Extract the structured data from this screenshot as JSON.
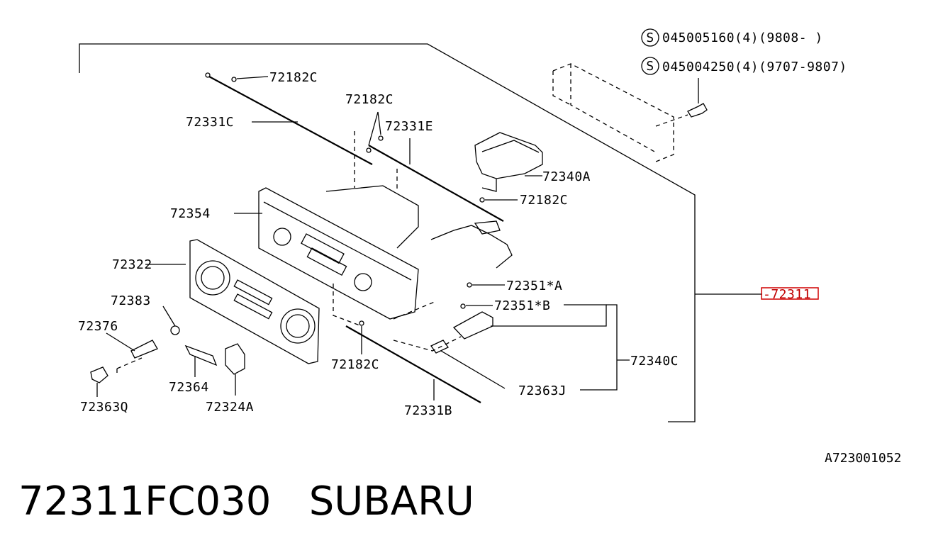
{
  "callouts": {
    "screw_a": "045005160(4)(9808-    )",
    "screw_b": "045004250(4)(9707-9807)",
    "c72182c_top": "72182C",
    "c72182c_mid": "72182C",
    "c72331e": "72331E",
    "c72331c": "72331C",
    "c72340a": "72340A",
    "c72182c_right": "72182C",
    "c72354": "72354",
    "c72322": "72322",
    "c72351a": "72351*A",
    "c72351b": "72351*B",
    "c72383": "72383",
    "c72311": "72311",
    "c72376": "72376",
    "c72182c_bot": "72182C",
    "c72340c": "72340C",
    "c72364": "72364",
    "c72363j": "72363J",
    "c72363q": "72363Q",
    "c72324a": "72324A",
    "c72331b": "72331B"
  },
  "symbols": {
    "s_mark": "S"
  },
  "diagram_ref": "A723001052",
  "footer": {
    "part_number": "72311FC030",
    "brand": "SUBARU"
  },
  "colors": {
    "line": "#000000",
    "highlight": "#d00000"
  }
}
